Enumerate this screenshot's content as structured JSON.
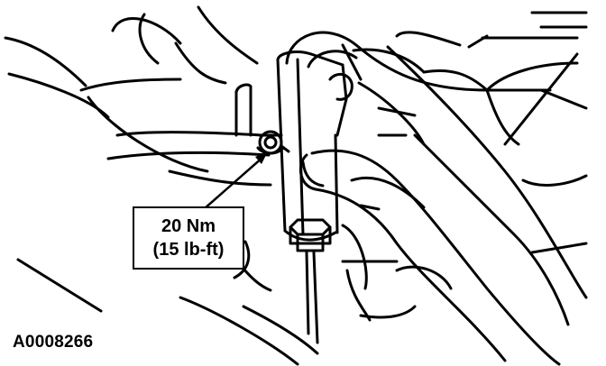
{
  "figure": {
    "id": "A0008266",
    "callout": {
      "metric": "20 Nm",
      "imperial": "(15 lb-ft)"
    }
  }
}
